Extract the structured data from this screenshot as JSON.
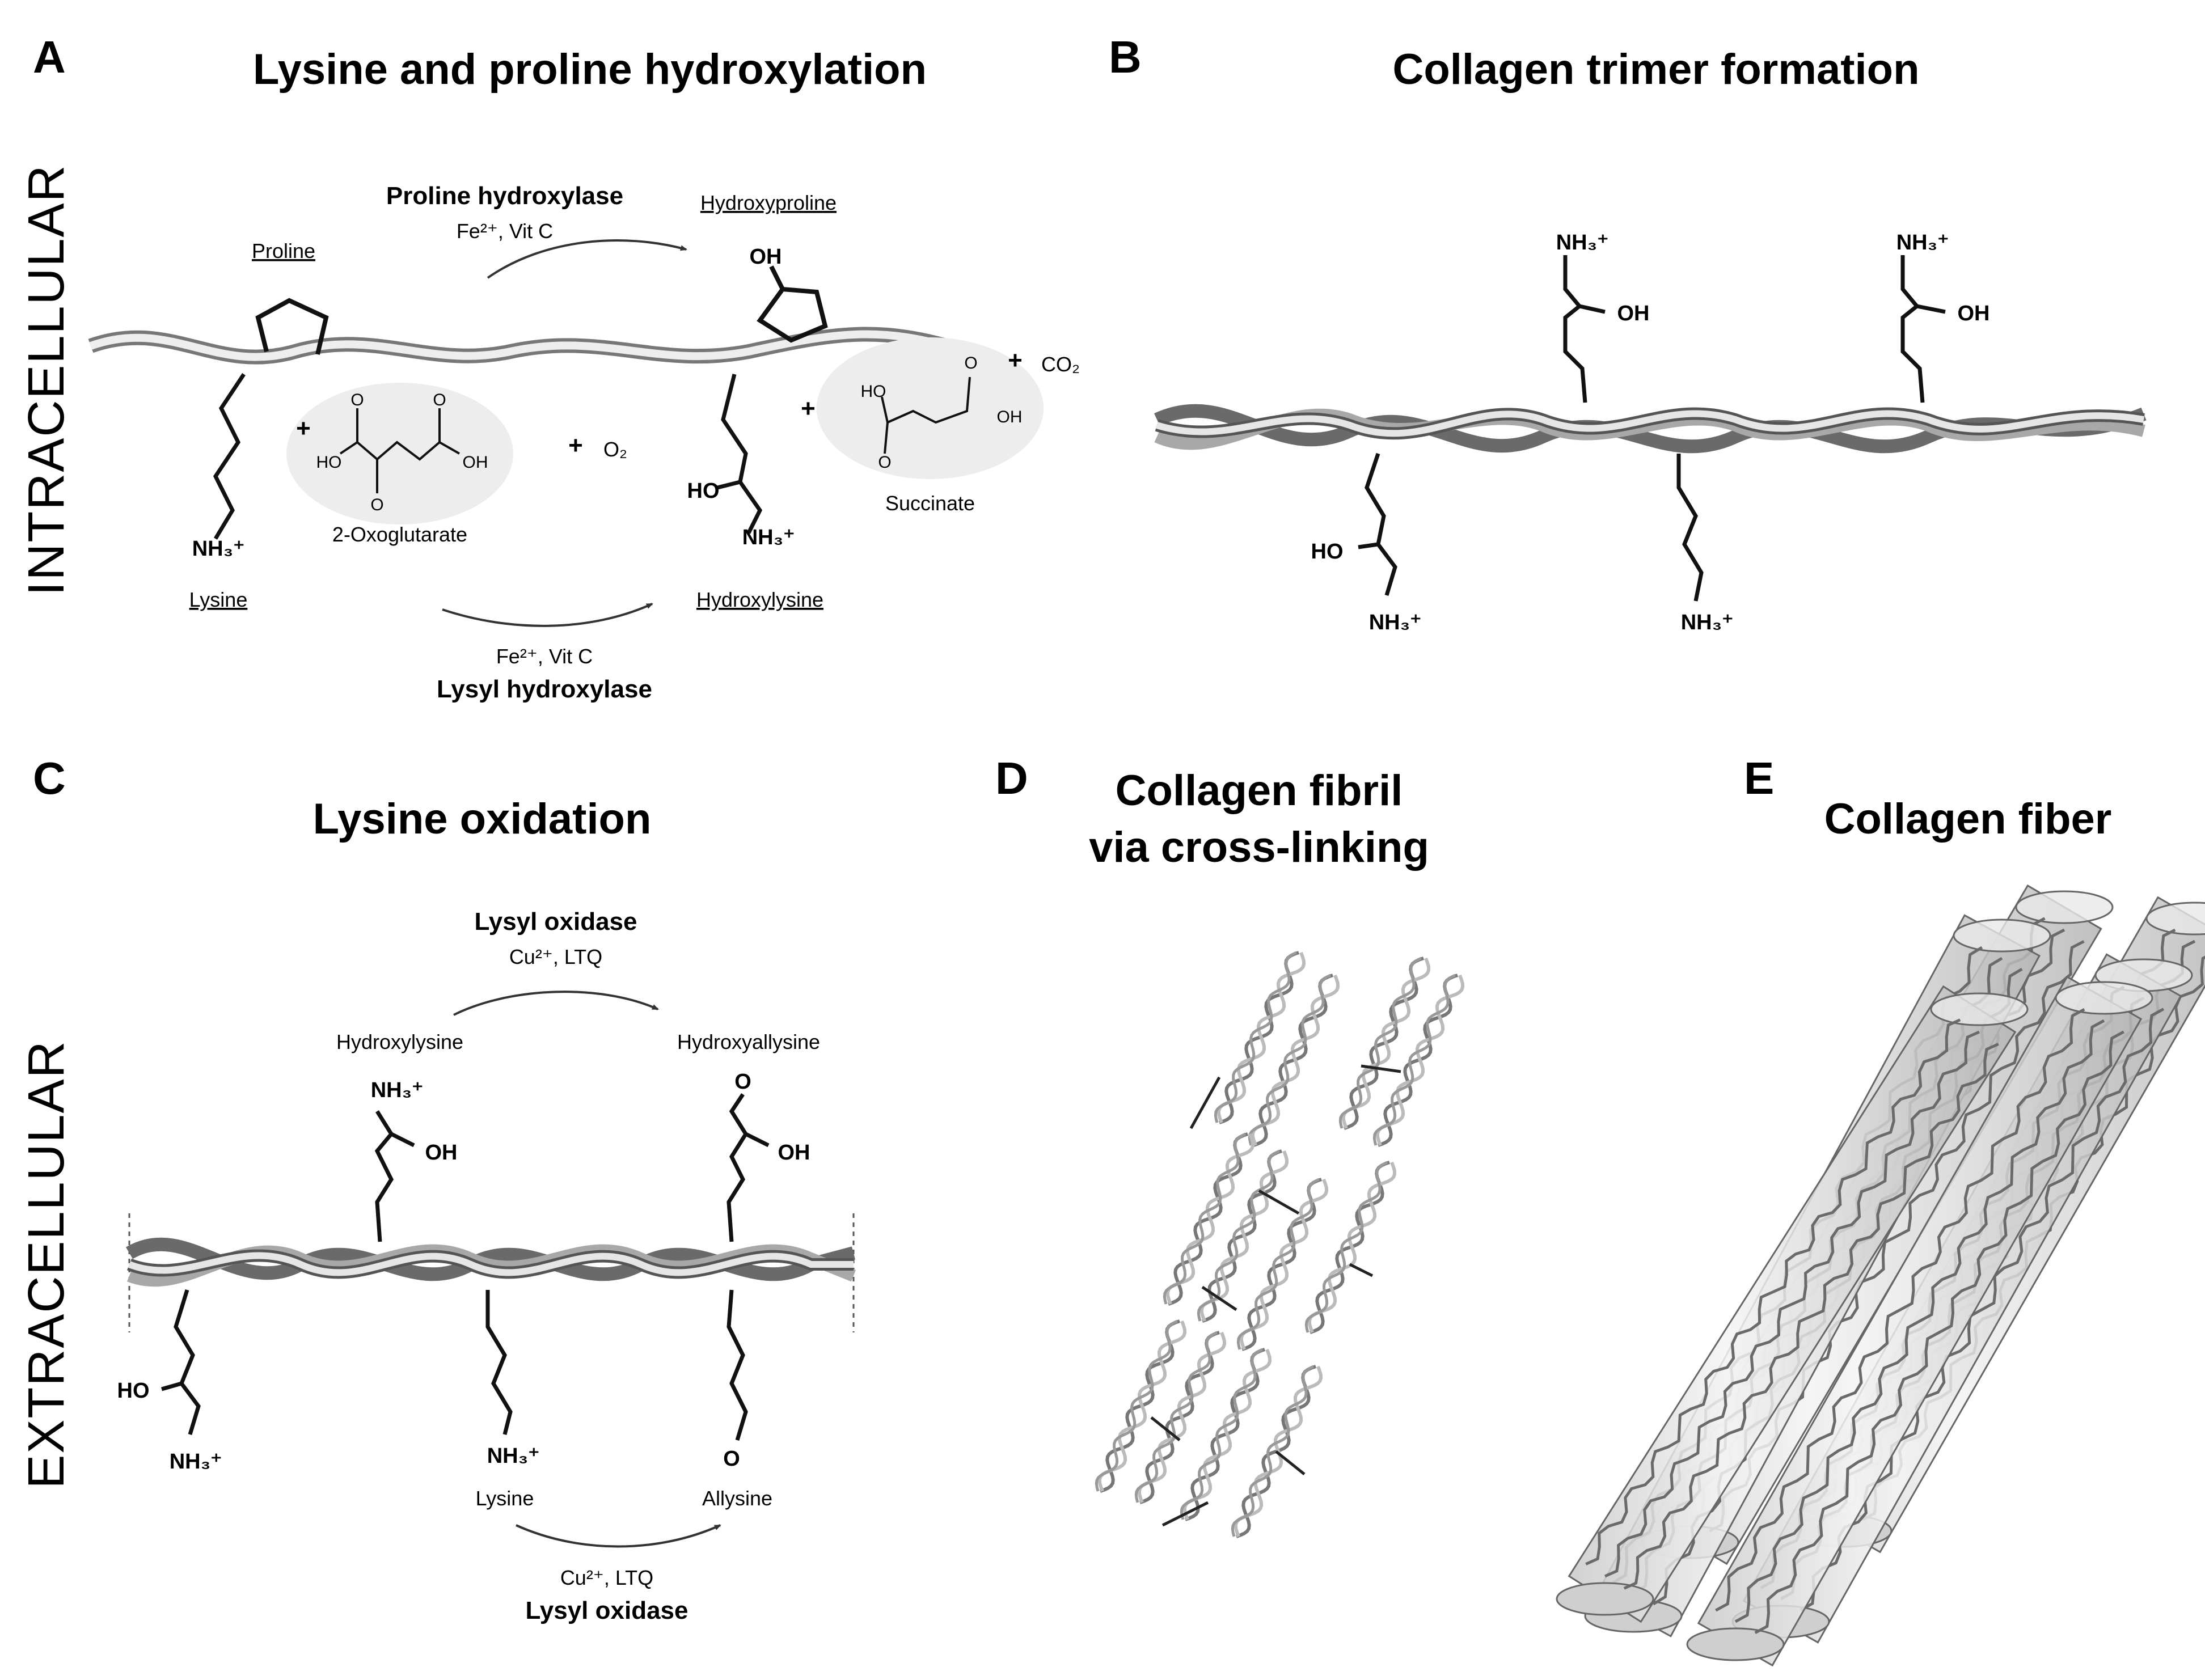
{
  "panels": {
    "A": {
      "letter": "A",
      "title": "Lysine and proline hydroxylation",
      "side_label": "INTRACELLULAR",
      "top_enzyme": "Proline hydroxylase",
      "top_cofactor": "Fe²⁺, Vit C",
      "proline_label": "Proline",
      "hydroxyproline_label": "Hydroxyproline",
      "lysine_label": "Lysine",
      "hydroxylysine_label": "Hydroxylysine",
      "oxoglutarate_label": "2-Oxoglutarate",
      "succinate_label": "Succinate",
      "o2": "O₂",
      "co2": "CO₂",
      "bottom_cofactor": "Fe²⁺, Vit C",
      "bottom_enzyme": "Lysyl hydroxylase",
      "plus": "+",
      "oh": "OH",
      "ho": "HO",
      "nh3": "NH₃⁺",
      "o": "O"
    },
    "B": {
      "letter": "B",
      "title": "Collagen trimer formation",
      "nh3": "NH₃⁺",
      "oh": "OH",
      "ho": "HO"
    },
    "C": {
      "letter": "C",
      "title": "Lysine oxidation",
      "side_label": "EXTRACELLULAR",
      "top_enzyme": "Lysyl oxidase",
      "top_cofactor": "Cu²⁺, LTQ",
      "hydroxylysine_label": "Hydroxylysine",
      "hydroxyallysine_label": "Hydroxyallysine",
      "lysine_label": "Lysine",
      "allysine_label": "Allysine",
      "bottom_cofactor": "Cu²⁺, LTQ",
      "bottom_enzyme": "Lysyl oxidase",
      "nh3": "NH₃⁺",
      "oh": "OH",
      "ho": "HO",
      "o": "O"
    },
    "D": {
      "letter": "D",
      "title_line1": "Collagen fibril",
      "title_line2": "via cross-linking"
    },
    "E": {
      "letter": "E",
      "title": "Collagen fiber"
    }
  },
  "colors": {
    "strand_light": "#e6e6e6",
    "strand_mid": "#a8a8a8",
    "strand_dark": "#6a6a6a",
    "blob": "#ededed",
    "cylinder": "#d9d9d9"
  }
}
